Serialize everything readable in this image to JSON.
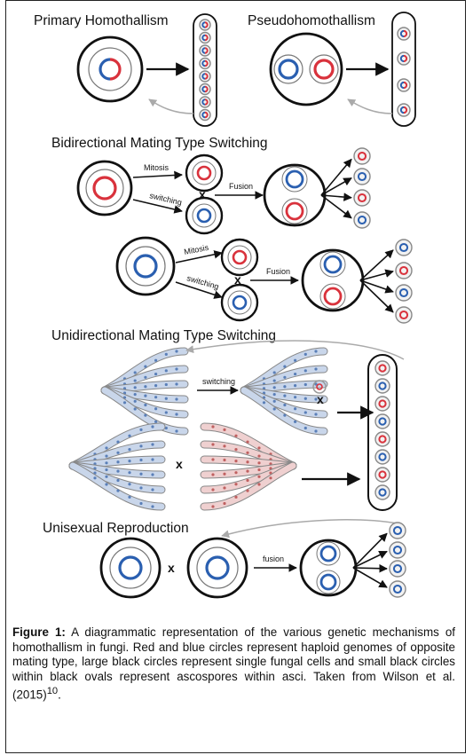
{
  "sections": {
    "primary_homothallism": "Primary Homothallism",
    "pseudohomothallism": "Pseudohomothallism",
    "bidirectional": "Bidirectional Mating Type Switching",
    "unidirectional": "Unidirectional Mating Type Switching",
    "unisexual": "Unisexual Reproduction"
  },
  "labels": {
    "mitosis_1": "Mitosis",
    "switching_1": "switching",
    "fusion_1": "Fusion",
    "mitosis_2": "Mitosis",
    "switching_2": "switching",
    "fusion_2": "Fusion",
    "switching_3": "switching",
    "fusion_3": "fusion",
    "cross": "x"
  },
  "caption": {
    "figure_label": "Figure 1:",
    "text": " A diagrammatic representation of the various genetic mechanisms of homothallism in fungi. Red and blue circles represent haploid genomes of opposite mating type, large black circles represent single fungal cells and small black circles within black ovals represent ascospores within asci. Taken from Wilson et al. (2015)",
    "superscript": "10",
    "end": "."
  },
  "colors": {
    "red": "#d9323c",
    "blue": "#2a5fb0",
    "outline": "#111111",
    "arrow_gray": "#aaaaaa",
    "spore_ring": "#888888",
    "hypha_blue": "#c9d6ea",
    "hypha_pink": "#efd0d0"
  }
}
